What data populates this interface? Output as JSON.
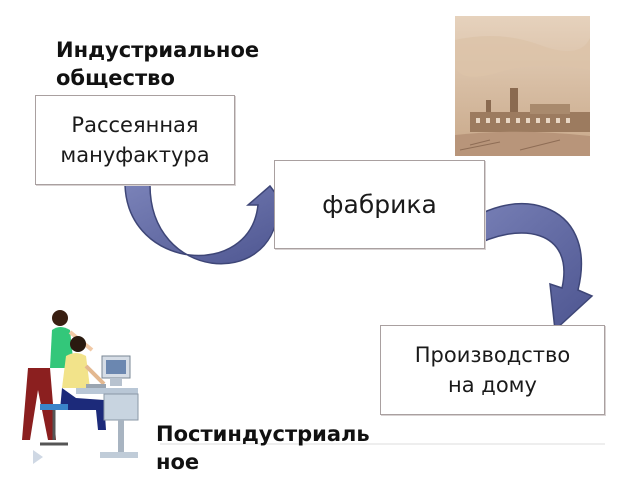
{
  "industrial": {
    "line1": "Индустриальное",
    "line2": "общество"
  },
  "boxes": {
    "manufaktura": {
      "line1": "Рассеянная",
      "line2": "мануфактура"
    },
    "fabrika": {
      "line1": "фабрика"
    },
    "home": {
      "line1": "Производство",
      "line2": "на дому"
    }
  },
  "postindustrial": {
    "line1": "Постиндустриаль",
    "line2": "ное"
  },
  "colors": {
    "arrow_fill": "#6b72a8",
    "arrow_stroke": "#3e4677",
    "box_border": "#a9a0a0",
    "sepia": "#c9a98c"
  },
  "icons": {
    "factory_picture": "factory-engraving-icon",
    "people_picture": "office-workers-computer-icon",
    "bullet": "triangle-bullet-icon"
  }
}
